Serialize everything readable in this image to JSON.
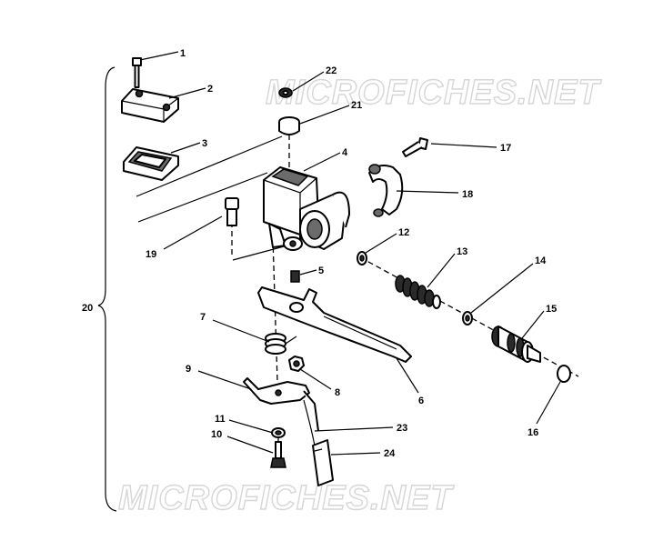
{
  "watermarks": [
    "MICROFICHES.NET",
    "MICROFICHES.NET"
  ],
  "callouts": [
    "1",
    "2",
    "3",
    "4",
    "5",
    "6",
    "7",
    "8",
    "9",
    "10",
    "11",
    "12",
    "13",
    "14",
    "15",
    "16",
    "17",
    "18",
    "19",
    "20",
    "21",
    "22",
    "23",
    "24"
  ]
}
